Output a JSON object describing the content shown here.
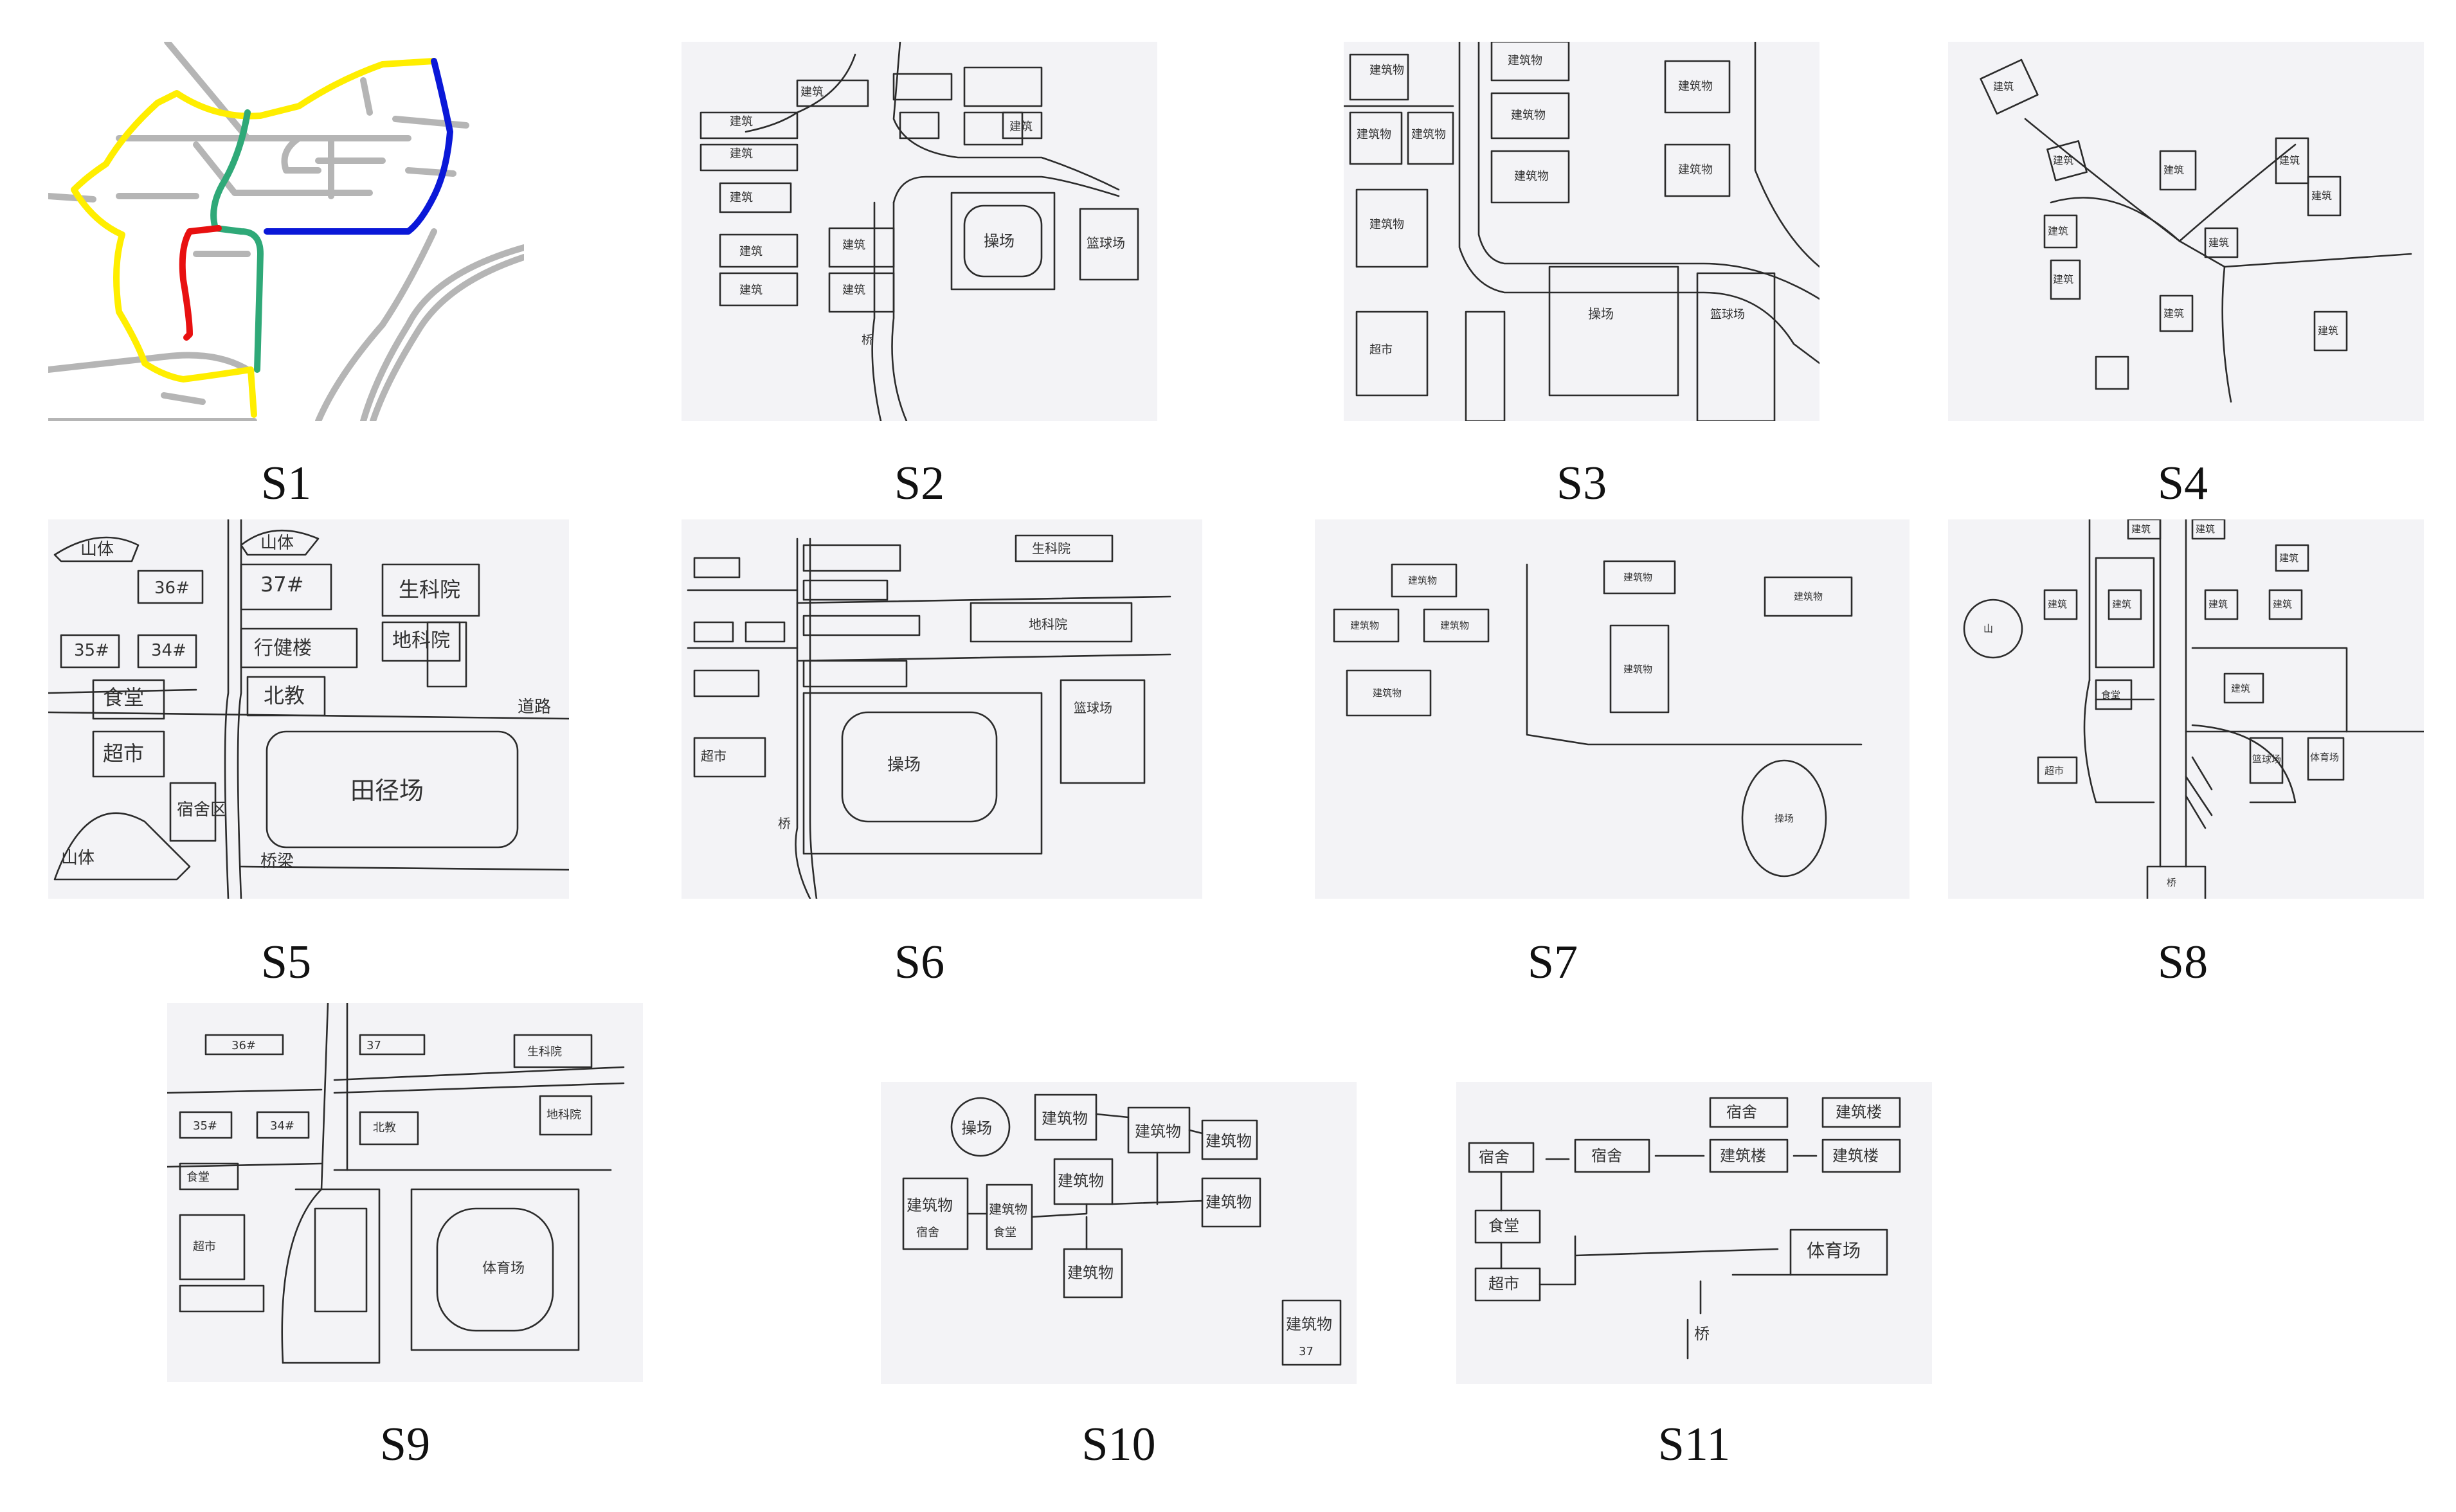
{
  "captions": [
    "S1",
    "S2",
    "S3",
    "S4",
    "S5",
    "S6",
    "S7",
    "S8",
    "S9",
    "S10",
    "S11"
  ],
  "route_colors": {
    "yellow": "#ffee00",
    "green": "#2fa978",
    "red": "#e81010",
    "blue": "#0a18d8",
    "gray": "#b5b5b5"
  },
  "s2": {
    "labels": [
      "建筑",
      "建筑",
      "建筑",
      "建筑",
      "建筑",
      "建筑",
      "建筑",
      "建筑",
      "建筑",
      "操场",
      "篮球场",
      "桥"
    ]
  },
  "s3": {
    "labels": [
      "建筑物",
      "建筑物",
      "建筑物",
      "建筑物",
      "建筑物",
      "建筑物",
      "建筑物",
      "建筑物",
      "建筑物",
      "操场",
      "篮球场",
      "超市"
    ]
  },
  "s4": {
    "labels": [
      "建筑",
      "建筑",
      "建筑",
      "建筑",
      "建筑",
      "建筑",
      "建筑",
      "建筑",
      "建筑",
      "建筑"
    ]
  },
  "s5": {
    "labels": [
      "山体",
      "山体",
      "36#",
      "37#",
      "生科院",
      "35#",
      "34#",
      "行健楼",
      "地科院",
      "食堂",
      "北教",
      "道路",
      "超市",
      "宿舍区",
      "田径场",
      "山体",
      "桥梁"
    ]
  },
  "s6": {
    "labels": [
      "生科院",
      "地科院",
      "操场",
      "篮球场",
      "超市",
      "桥"
    ]
  },
  "s7": {
    "labels": [
      "建筑物",
      "建筑物",
      "建筑物",
      "建筑物",
      "建筑物",
      "建筑物",
      "建筑物",
      "操场"
    ]
  },
  "s8": {
    "labels": [
      "山",
      "建筑",
      "建筑",
      "建筑",
      "建筑",
      "建筑",
      "建筑",
      "建筑",
      "食堂",
      "建筑",
      "超市",
      "体育场",
      "篮球场",
      "桥"
    ]
  },
  "s9": {
    "labels": [
      "36#",
      "37",
      "生科院",
      "地科院",
      "35#",
      "34#",
      "北教",
      "食堂",
      "超市",
      "体育场"
    ]
  },
  "s10": {
    "labels": [
      "操场",
      "建筑物",
      "建筑物",
      "建筑物",
      "建筑物",
      "建筑物",
      "建筑物",
      "建筑物",
      "建筑物",
      "建筑物",
      "宿舍",
      "食堂",
      "37"
    ]
  },
  "s11": {
    "labels": [
      "宿舍",
      "建筑楼",
      "宿舍",
      "宿舍",
      "建筑楼",
      "建筑楼",
      "食堂",
      "超市",
      "体育场",
      "桥"
    ]
  }
}
